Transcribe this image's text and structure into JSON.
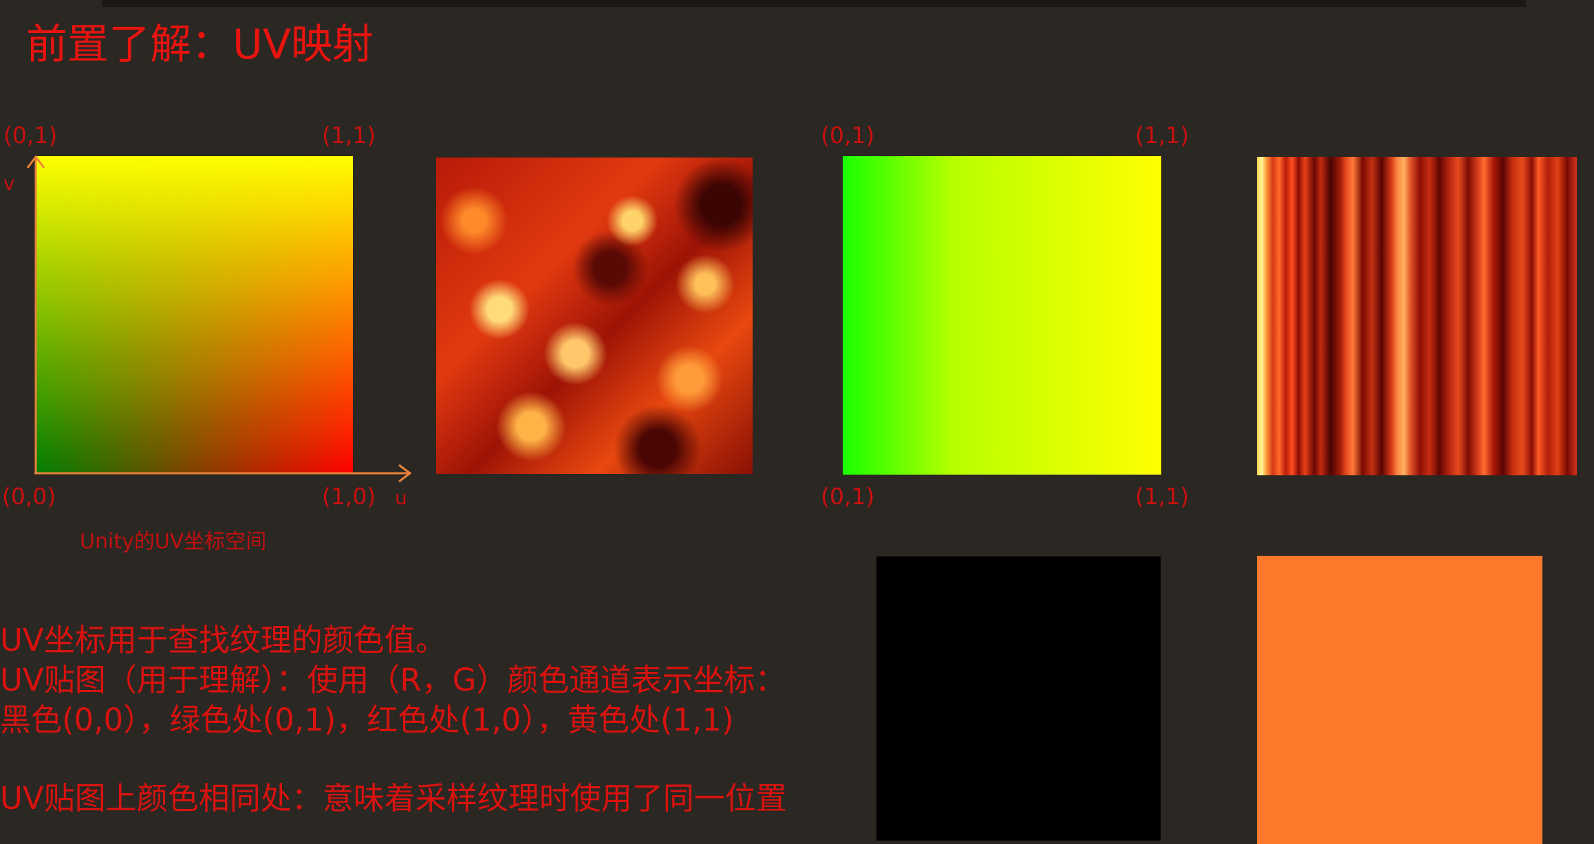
{
  "title": "前置了解：UV映射",
  "uv_space": {
    "corner_top_left": "(0,1)",
    "corner_top_right": "(1,1)",
    "corner_bottom_left": "(0,0)",
    "corner_bottom_right": "(1,0)",
    "axis_v": "v",
    "axis_u": "u",
    "caption": "Unity的UV坐标空间"
  },
  "uv_map": {
    "corner_top_left": "(0,1)",
    "corner_top_right": "(1,1)",
    "corner_bottom_left": "(0,1)",
    "corner_bottom_right": "(1,1)"
  },
  "text_lines": [
    "UV坐标用于查找纹理的颜色值。",
    "UV贴图（用于理解）：使用（R，G）颜色通道表示坐标：",
    "黑色(0,0），绿色处(0,1)，红色处(1,0），黄色处(1,1)",
    "UV贴图上颜色相同处：意味着采样纹理时使用了同一位置"
  ],
  "colors": {
    "background": "#2b2723",
    "text_red": "#d60e0e",
    "axis_orange": "#e8833a",
    "swatch_black": "#000000",
    "swatch_orange": "#fd782a"
  }
}
